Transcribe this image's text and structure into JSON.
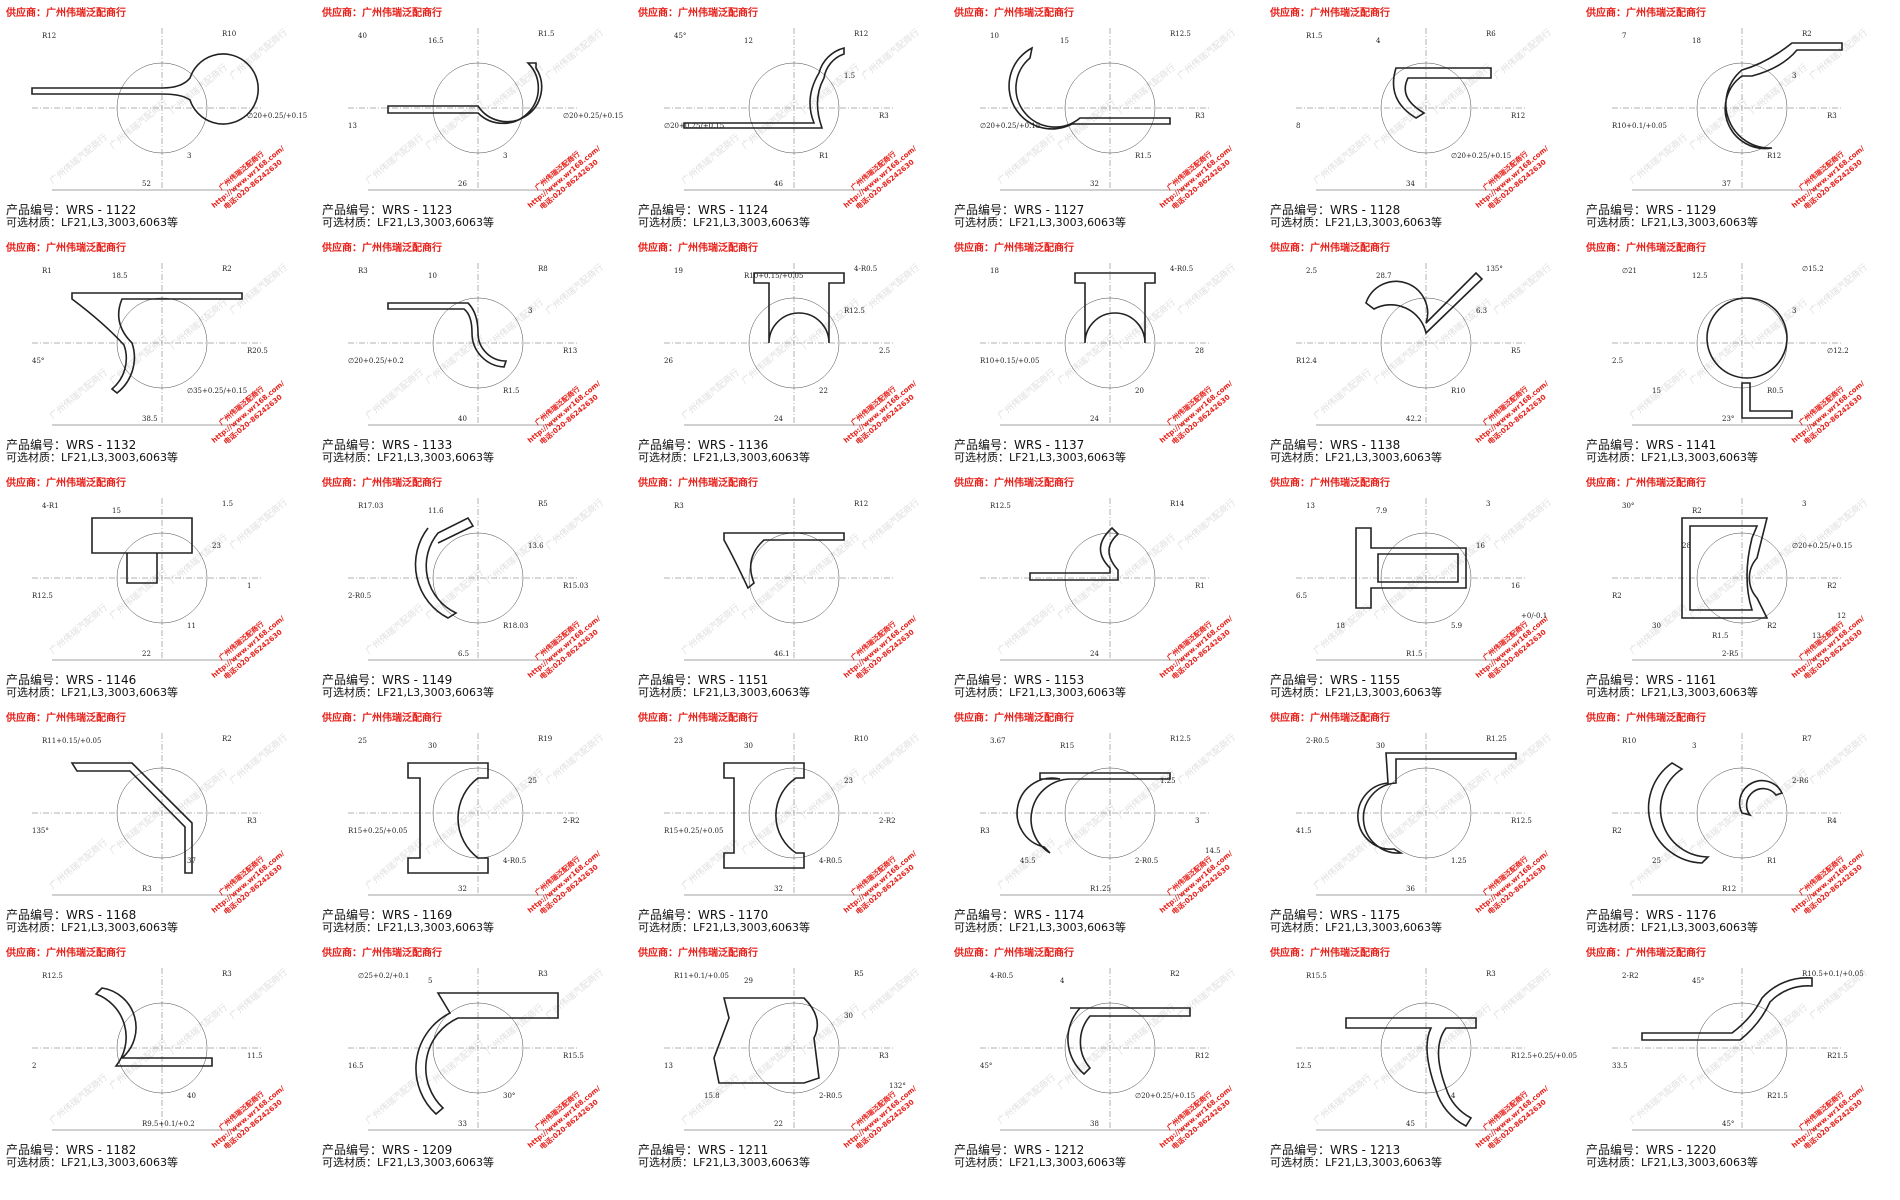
{
  "supplier_label": "供应商：广州伟瑞泛配商行",
  "code_prefix": "产品编号：",
  "material_prefix": "可选材质：",
  "stamp_lines": [
    "广州伟瑞泛配商行",
    "http://www.wr168.com/",
    "电话:020-86242630"
  ],
  "watermark": "广州伟瑞汽配商行",
  "colors": {
    "supplier": "#e8201a",
    "line": "#222222"
  },
  "products": [
    {
      "code": "WRS - 1122",
      "material": "LF21,L3,3003,6063等",
      "dims": [
        "52",
        "R12",
        "R10",
        "∅20+0.25/+0.15",
        "3"
      ]
    },
    {
      "code": "WRS - 1123",
      "material": "LF21,L3,3003,6063等",
      "dims": [
        "26",
        "40",
        "R1.5",
        "∅20+0.25/+0.15",
        "3",
        "13",
        "16.5"
      ]
    },
    {
      "code": "WRS - 1124",
      "material": "LF21,L3,3003,6063等",
      "dims": [
        "46",
        "45°",
        "R12",
        "R3",
        "R1",
        "∅20+0.25/+0.15",
        "12",
        "1.5"
      ]
    },
    {
      "code": "WRS - 1127",
      "material": "LF21,L3,3003,6063等",
      "dims": [
        "32",
        "10",
        "R12.5",
        "R3",
        "R1.5",
        "∅20+0.25/+0.15",
        "15"
      ]
    },
    {
      "code": "WRS - 1128",
      "material": "LF21,L3,3003,6063等",
      "dims": [
        "34",
        "R1.5",
        "R6",
        "R12",
        "∅20+0.25/+0.15",
        "8",
        "4"
      ]
    },
    {
      "code": "WRS - 1129",
      "material": "LF21,L3,3003,6063等",
      "dims": [
        "37",
        "7",
        "R2",
        "R3",
        "R12",
        "R10+0.1/+0.05",
        "18",
        "3"
      ]
    },
    {
      "code": "WRS - 1132",
      "material": "LF21,L3,3003,6063等",
      "dims": [
        "38.5",
        "R1",
        "R2",
        "R20.5",
        "∅35+0.25/+0.15",
        "45°",
        "18.5"
      ]
    },
    {
      "code": "WRS - 1133",
      "material": "LF21,L3,3003,6063等",
      "dims": [
        "40",
        "R3",
        "R8",
        "R13",
        "R1.5",
        "∅20+0.25/+0.2",
        "10",
        "3"
      ]
    },
    {
      "code": "WRS - 1136",
      "material": "LF21,L3,3003,6063等",
      "dims": [
        "24",
        "19",
        "4-R0.5",
        "2.5",
        "22",
        "26",
        "R10+0.15/+0.05",
        "R12.5"
      ]
    },
    {
      "code": "WRS - 1137",
      "material": "LF21,L3,3003,6063等",
      "dims": [
        "24",
        "18",
        "4-R0.5",
        "28",
        "20",
        "R10+0.15/+0.05"
      ]
    },
    {
      "code": "WRS - 1138",
      "material": "LF21,L3,3003,6063等",
      "dims": [
        "42.2",
        "2.5",
        "135°",
        "R5",
        "R10",
        "R12.4",
        "28.7",
        "6.3"
      ]
    },
    {
      "code": "WRS - 1141",
      "material": "LF21,L3,3003,6063等",
      "dims": [
        "23°",
        "∅21",
        "∅15.2",
        "∅12.2",
        "R0.5",
        "2.5",
        "12.5",
        "3",
        "15"
      ]
    },
    {
      "code": "WRS - 1146",
      "material": "LF21,L3,3003,6063等",
      "dims": [
        "22",
        "4-R1",
        "1.5",
        "1",
        "11",
        "R12.5",
        "15",
        "23"
      ]
    },
    {
      "code": "WRS - 1149",
      "material": "LF21,L3,3003,6063等",
      "dims": [
        "6.5",
        "R17.03",
        "R5",
        "R15.03",
        "R18.03",
        "2-R0.5",
        "11.6",
        "13.6"
      ]
    },
    {
      "code": "WRS - 1151",
      "material": "LF21,L3,3003,6063等",
      "dims": [
        "46.1",
        "R3",
        "R12"
      ]
    },
    {
      "code": "WRS - 1153",
      "material": "LF21,L3,3003,6063等",
      "dims": [
        "24",
        "R12.5",
        "R14",
        "R1"
      ]
    },
    {
      "code": "WRS - 1155",
      "material": "LF21,L3,3003,6063等",
      "dims": [
        "R1.5",
        "13",
        "3",
        "16",
        "5.9",
        "6.5",
        "7.9",
        "16",
        "18",
        "+0/-0.1"
      ]
    },
    {
      "code": "WRS - 1161",
      "material": "LF21,L3,3003,6063等",
      "dims": [
        "2-R5",
        "30°",
        "3",
        "R2",
        "R2",
        "R2",
        "R2",
        "∅20+0.25/+0.15",
        "30",
        "12",
        "R1.5",
        "28",
        "13"
      ]
    },
    {
      "code": "WRS - 1168",
      "material": "LF21,L3,3003,6063等",
      "dims": [
        "R3",
        "R11+0.15/+0.05",
        "R2",
        "R3",
        "37",
        "135°"
      ]
    },
    {
      "code": "WRS - 1169",
      "material": "LF21,L3,3003,6063等",
      "dims": [
        "32",
        "25",
        "R19",
        "2-R2",
        "4-R0.5",
        "R15+0.25/+0.05",
        "30",
        "25"
      ]
    },
    {
      "code": "WRS - 1170",
      "material": "LF21,L3,3003,6063等",
      "dims": [
        "32",
        "23",
        "R10",
        "2-R2",
        "4-R0.5",
        "R15+0.25/+0.05",
        "30",
        "23"
      ]
    },
    {
      "code": "WRS - 1174",
      "material": "LF21,L3,3003,6063等",
      "dims": [
        "R1.25",
        "3.67",
        "R12.5",
        "3",
        "2-R0.5",
        "R3",
        "R15",
        "1.25",
        "45.5",
        "14.5"
      ]
    },
    {
      "code": "WRS - 1175",
      "material": "LF21,L3,3003,6063等",
      "dims": [
        "36",
        "2-R0.5",
        "R1.25",
        "R12.5",
        "1.25",
        "41.5",
        "30"
      ]
    },
    {
      "code": "WRS - 1176",
      "material": "LF21,L3,3003,6063等",
      "dims": [
        "R12",
        "R10",
        "R7",
        "R4",
        "R1",
        "R2",
        "3",
        "2-R6",
        "25"
      ]
    },
    {
      "code": "WRS - 1182",
      "material": "LF21,L3,3003,6063等",
      "dims": [
        "R9.5+0.1/+0.2",
        "R12.5",
        "R3",
        "11.5",
        "40",
        "2"
      ]
    },
    {
      "code": "WRS - 1209",
      "material": "LF21,L3,3003,6063等",
      "dims": [
        "33",
        "∅25+0.2/+0.1",
        "R3",
        "R15.5",
        "30°",
        "16.5",
        "5"
      ]
    },
    {
      "code": "WRS - 1211",
      "material": "LF21,L3,3003,6063等",
      "dims": [
        "22",
        "R11+0.1/+0.05",
        "R5",
        "R3",
        "2-R0.5",
        "13",
        "29",
        "30",
        "15.8",
        "132°"
      ]
    },
    {
      "code": "WRS - 1212",
      "material": "LF21,L3,3003,6063等",
      "dims": [
        "38",
        "4-R0.5",
        "R2",
        "R12",
        "∅20+0.25/+0.15",
        "45°",
        "4"
      ]
    },
    {
      "code": "WRS - 1213",
      "material": "LF21,L3,3003,6063等",
      "dims": [
        "45",
        "R15.5",
        "R3",
        "R12.5+0.25/+0.05",
        "4",
        "12.5"
      ]
    },
    {
      "code": "WRS - 1220",
      "material": "LF21,L3,3003,6063等",
      "dims": [
        "45°",
        "2-R2",
        "R10.5+0.1/+0.05",
        "R21.5",
        "R21.5",
        "33.5",
        "45°"
      ]
    }
  ]
}
